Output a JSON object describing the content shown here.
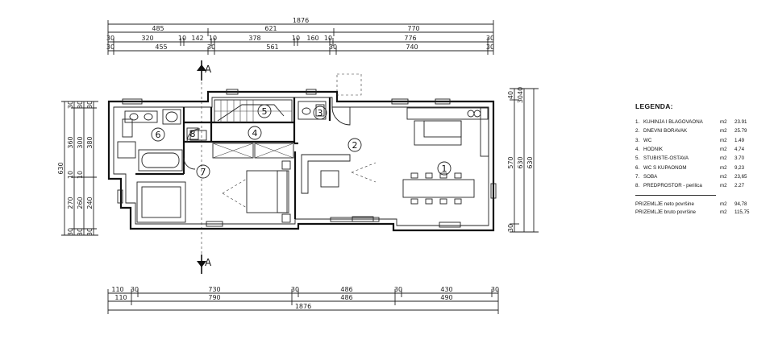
{
  "top_dims": {
    "row1": [
      "1876"
    ],
    "row2": [
      "485",
      "621",
      "770"
    ],
    "row3": [
      "30",
      "320",
      "10",
      "142",
      "10",
      "378",
      "10",
      "160",
      "10",
      "776",
      "30"
    ],
    "row4": [
      "30",
      "455",
      "30",
      "561",
      "30",
      "740",
      "30"
    ]
  },
  "bottom_dims": {
    "row1": [
      "110",
      "30",
      "730",
      "30",
      "486",
      "30",
      "430",
      "30"
    ],
    "row2": [
      "110",
      "790",
      "486",
      "490"
    ],
    "row3": [
      "1876"
    ]
  },
  "left_dims": {
    "outer": [
      "630"
    ],
    "middle": [
      "30",
      "360",
      "10",
      "270",
      "30"
    ],
    "inner": [
      "30",
      "300",
      "10",
      "260",
      "30"
    ],
    "inner2": [
      "30",
      "380",
      "240",
      "30"
    ]
  },
  "right_dims": {
    "outer": [
      "630"
    ],
    "middle": [
      "630"
    ],
    "inner": [
      "40",
      "570",
      "30"
    ],
    "top": [
      "3040"
    ]
  },
  "section_marks": {
    "top": "A",
    "bottom": "A"
  },
  "room_numbers": [
    "1",
    "2",
    "3",
    "4",
    "5",
    "6",
    "7",
    "8"
  ],
  "legend": {
    "title": "LEGENDA:",
    "rooms": [
      {
        "num": "1.",
        "name": "KUHINJA I BLAGOVAONA",
        "unit": "m2",
        "area": "23.91"
      },
      {
        "num": "2.",
        "name": "DNEVNI BORAVAK",
        "unit": "m2",
        "area": "25.79"
      },
      {
        "num": "3.",
        "name": "WC",
        "unit": "m2",
        "area": "1.49"
      },
      {
        "num": "4.",
        "name": "HODNIK",
        "unit": "m2",
        "area": "4,74"
      },
      {
        "num": "5.",
        "name": "STUBIŠTE-OSTAVA",
        "unit": "m2",
        "area": "3.70"
      },
      {
        "num": "6.",
        "name": "WC S KUPAONOM",
        "unit": "m2",
        "area": "9,23"
      },
      {
        "num": "7.",
        "name": "SOBA",
        "unit": "m2",
        "area": "23,65"
      },
      {
        "num": "8.",
        "name": "PREDPROSTOR - perilica",
        "unit": "m2",
        "area": "2.27"
      }
    ],
    "summary": [
      {
        "name": "PRIZEMLJE neto površine",
        "unit": "m2",
        "area": "94,78"
      },
      {
        "name": "PRIZEMLJE bruto površine",
        "unit": "m2",
        "area": "115,75"
      }
    ]
  }
}
